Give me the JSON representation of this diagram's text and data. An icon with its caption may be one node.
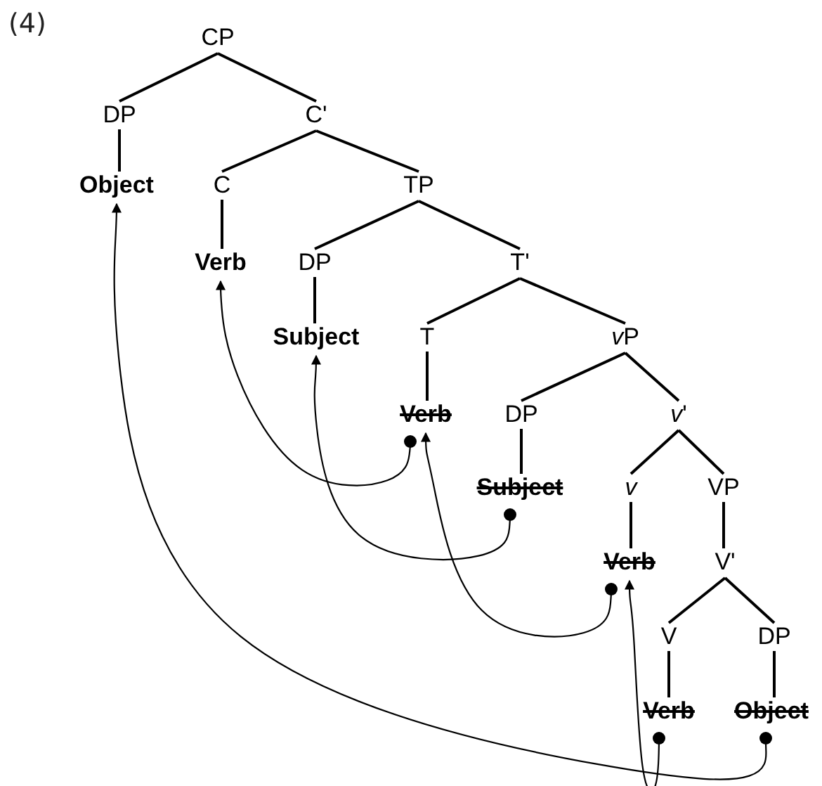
{
  "diagram": {
    "nodes": [
      {
        "text": [
          "CP"
        ]
      },
      {
        "text": [
          "DP"
        ]
      },
      {
        "text": [
          "C'"
        ]
      },
      {
        "text": [
          "Object"
        ]
      },
      {
        "text": [
          "C"
        ]
      },
      {
        "text": [
          "TP"
        ]
      },
      {
        "text": [
          "Verb"
        ]
      },
      {
        "text": [
          "DP"
        ]
      },
      {
        "text": [
          "T'"
        ]
      },
      {
        "text": [
          "Subject"
        ]
      },
      {
        "text": [
          "T"
        ]
      },
      {
        "text": [
          "vP"
        ]
      },
      {
        "text": [
          "Verb"
        ]
      },
      {
        "text": [
          "DP"
        ]
      },
      {
        "text": [
          "v'"
        ]
      },
      {
        "text": [
          "Subject"
        ]
      },
      {
        "text": [
          "v"
        ]
      },
      {
        "text": [
          "VP"
        ]
      },
      {
        "text": [
          "Verb"
        ]
      },
      {
        "text": [
          "V'"
        ]
      },
      {
        "text": [
          "V"
        ]
      },
      {
        "text": [
          "DP"
        ]
      },
      {
        "text": [
          "Verb"
        ]
      },
      {
        "text": [
          "Object"
        ]
      }
    ],
    "edges": [
      {
        "from": 0,
        "to": 1,
        "arrow": "none"
      },
      {
        "from": 0,
        "to": 2,
        "arrow": "none"
      },
      {
        "from": 1,
        "to": 3,
        "arrow": "none"
      },
      {
        "from": 2,
        "to": 4,
        "arrow": "none"
      },
      {
        "from": 2,
        "to": 5,
        "arrow": "none"
      },
      {
        "from": 4,
        "to": 6,
        "arrow": "none"
      },
      {
        "from": 5,
        "to": 7,
        "arrow": "none"
      },
      {
        "from": 5,
        "to": 8,
        "arrow": "none"
      },
      {
        "from": 7,
        "to": 9,
        "arrow": "none"
      },
      {
        "from": 8,
        "to": 10,
        "arrow": "none"
      },
      {
        "from": 8,
        "to": 11,
        "arrow": "none"
      },
      {
        "from": 10,
        "to": 12,
        "arrow": "none"
      },
      {
        "from": 11,
        "to": 13,
        "arrow": "none"
      },
      {
        "from": 11,
        "to": 14,
        "arrow": "none"
      },
      {
        "from": 13,
        "to": 15,
        "arrow": "none"
      },
      {
        "from": 14,
        "to": 16,
        "arrow": "none"
      },
      {
        "from": 14,
        "to": 17,
        "arrow": "none"
      },
      {
        "from": 16,
        "to": 18,
        "arrow": "none"
      },
      {
        "from": 17,
        "to": 19,
        "arrow": "none"
      },
      {
        "from": 19,
        "to": 20,
        "arrow": "none"
      },
      {
        "from": 19,
        "to": 21,
        "arrow": "none"
      },
      {
        "from": 20,
        "to": 22,
        "arrow": "none"
      },
      {
        "from": 21,
        "to": 23,
        "arrow": "none"
      },
      {
        "from": 12,
        "to": 6,
        "arrow": "to"
      },
      {
        "from": 15,
        "to": 9,
        "arrow": "to"
      },
      {
        "from": 18,
        "to": 12,
        "arrow": "to"
      },
      {
        "from": 22,
        "to": 18,
        "arrow": "to"
      },
      {
        "from": 23,
        "to": 3,
        "arrow": "to"
      }
    ],
    "labels": [
      "(4)"
    ]
  }
}
